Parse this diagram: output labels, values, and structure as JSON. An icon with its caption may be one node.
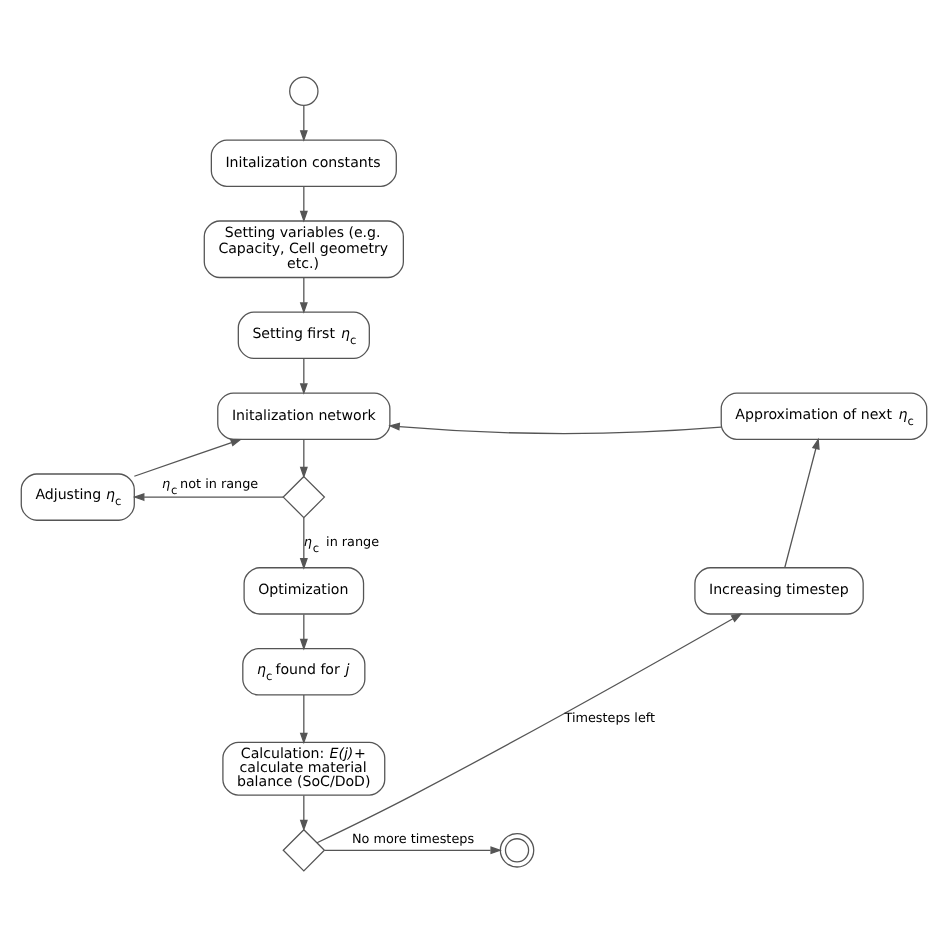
{
  "diagram": {
    "nodes": [
      {
        "text": [],
        "shape": "circle"
      },
      {
        "text": [
          "Initalization constants"
        ]
      },
      {
        "text": [
          "Setting variables (e.g. Capacity, Cell geometry etc.)"
        ]
      },
      {
        "text": [
          "Setting first *η*$_{c}$"
        ]
      },
      {
        "text": [
          "Adjusting *η*$_{c}$"
        ]
      },
      {
        "text": [
          "Initalization network"
        ]
      },
      {
        "text": [
          "Approximation of next *η*$_{c}$"
        ]
      },
      {
        "text": [],
        "shape": "diamond"
      },
      {
        "text": [
          "Increasing timestep"
        ]
      },
      {
        "text": [
          "Optimization"
        ]
      },
      {
        "text": [
          "*η*$_{c}$ found for *j*"
        ]
      },
      {
        "text": [],
        "shape": "diamond"
      },
      {
        "text": [],
        "shape": "doublecircle"
      },
      {
        "text": [
          "Calculation: *E(j)*+ calculate material balance (SoC/DoD)"
        ]
      }
    ],
    "edges": [
      {
        "from": 0,
        "to": 1,
        "arrow": "to"
      },
      {
        "from": 1,
        "to": 2,
        "arrow": "to"
      },
      {
        "from": 2,
        "to": 3,
        "arrow": "to"
      },
      {
        "from": 3,
        "to": 5,
        "arrow": "to"
      },
      {
        "from": 5,
        "to": 7,
        "arrow": "to"
      },
      {
        "from": 7,
        "to": 4,
        "arrow": "to",
        "label": "*η*$_{c}$ not in range"
      },
      {
        "from": 4,
        "to": 5,
        "arrow": "to"
      },
      {
        "from": 7,
        "to": 9,
        "arrow": "to",
        "label": "*η*$_{c}$  in range"
      },
      {
        "from": 9,
        "to": 10,
        "arrow": "to"
      },
      {
        "from": 10,
        "to": 13,
        "arrow": "to"
      },
      {
        "from": 13,
        "to": 11,
        "arrow": "to"
      },
      {
        "from": 11,
        "to": 12,
        "arrow": "to",
        "label": "No more timesteps"
      },
      {
        "from": 11,
        "to": 8,
        "arrow": "to",
        "label": "Timesteps left"
      },
      {
        "from": 8,
        "to": 6,
        "arrow": "to"
      },
      {
        "from": 6,
        "to": 5,
        "arrow": "to"
      }
    ]
  }
}
